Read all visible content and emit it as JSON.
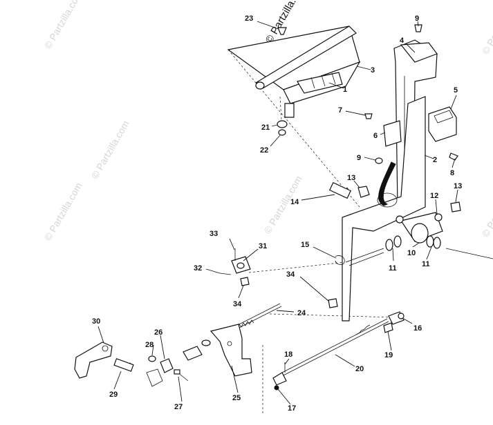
{
  "watermarks": [
    "© Partzilla.com",
    "© Partzilla.com",
    "© Partzilla.com",
    "© Partzilla.com",
    "© Partzilla.com",
    "© Partzilla.com",
    "© Partzilla.com"
  ],
  "callouts": {
    "c1": "1",
    "c2": "2",
    "c3": "3",
    "c4": "4",
    "c5": "5",
    "c6": "6",
    "c7": "7",
    "c8": "8",
    "c9a": "9",
    "c9b": "9",
    "c10": "10",
    "c11a": "11",
    "c11b": "11",
    "c12": "12",
    "c13a": "13",
    "c13b": "13",
    "c14": "14",
    "c15": "15",
    "c16": "16",
    "c17": "17",
    "c18": "18",
    "c19": "19",
    "c20": "20",
    "c21": "21",
    "c22": "22",
    "c23": "23",
    "c24": "24",
    "c25": "25",
    "c26": "26",
    "c27": "27",
    "c28": "28",
    "c29": "29",
    "c30": "30",
    "c31": "31",
    "c32": "32",
    "c33": "33",
    "c34a": "34",
    "c34b": "34"
  }
}
